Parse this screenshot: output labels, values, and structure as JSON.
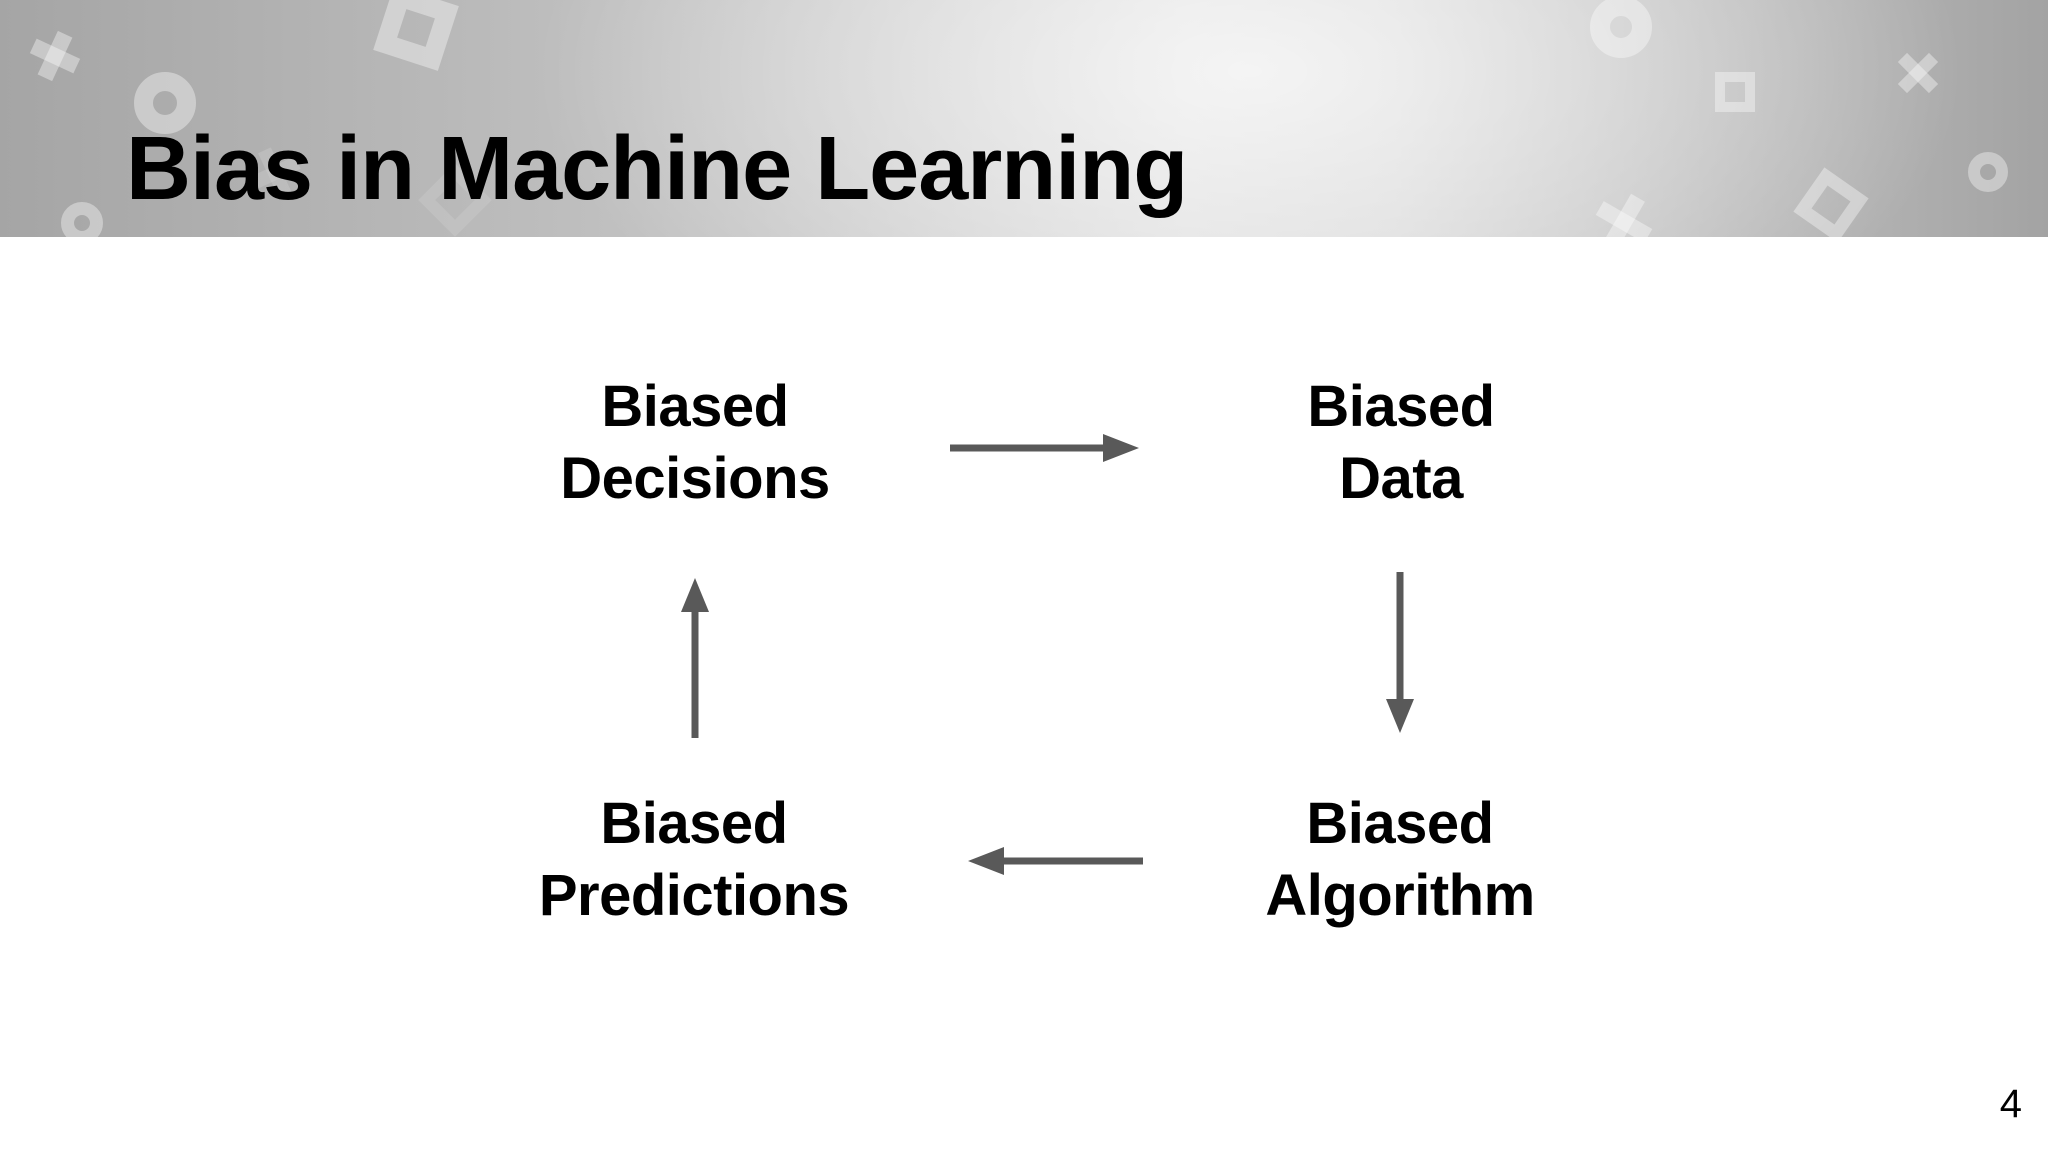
{
  "slide": {
    "title": "Bias in Machine Learning",
    "page_number": "4"
  },
  "diagram": {
    "type": "cycle",
    "nodes": [
      {
        "id": "biased-decisions",
        "label": "Biased\nDecisions",
        "position": "top-left"
      },
      {
        "id": "biased-data",
        "label": "Biased\nData",
        "position": "top-right"
      },
      {
        "id": "biased-algorithm",
        "label": "Biased\nAlgorithm",
        "position": "bottom-right"
      },
      {
        "id": "biased-predictions",
        "label": "Biased\nPredictions",
        "position": "bottom-left"
      }
    ],
    "edges": [
      {
        "from": "biased-decisions",
        "to": "biased-data",
        "direction": "right"
      },
      {
        "from": "biased-data",
        "to": "biased-algorithm",
        "direction": "down"
      },
      {
        "from": "biased-algorithm",
        "to": "biased-predictions",
        "direction": "left"
      },
      {
        "from": "biased-predictions",
        "to": "biased-decisions",
        "direction": "up"
      }
    ]
  },
  "theme": {
    "background": "#ffffff",
    "text_color": "#000000",
    "arrow_color": "#595959",
    "band_edge_gray": "#a5a5a5",
    "band_light_gray": "#f2f2f2",
    "decoration_white": "rgba(255,255,255,0.38)"
  },
  "decorations": [
    "plus-shape",
    "donut-shape",
    "square-outline-shape",
    "x-shape",
    "diamond-outline-shape"
  ]
}
